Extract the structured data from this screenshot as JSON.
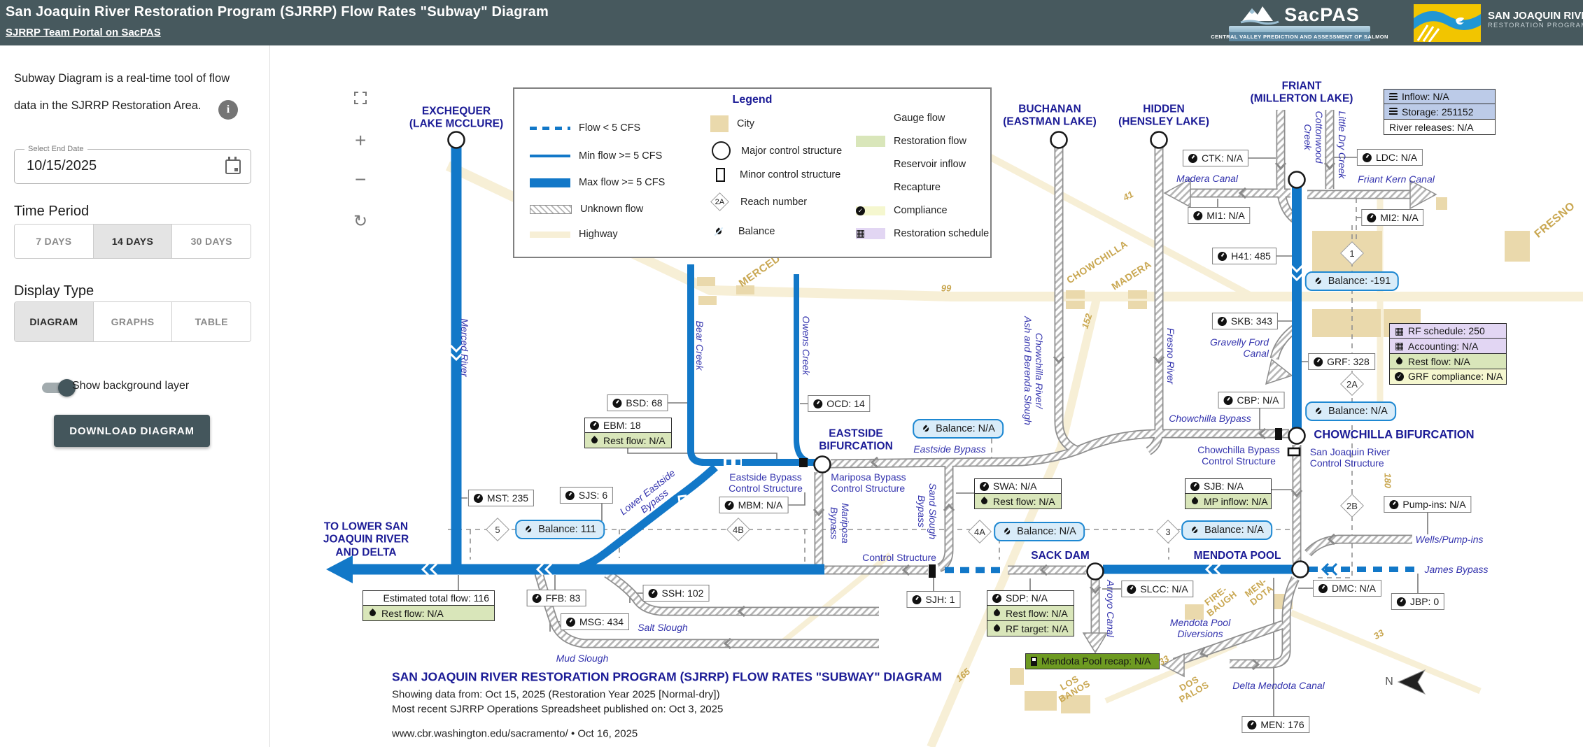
{
  "header": {
    "title": "San Joaquin River Restoration Program (SJRRP) Flow Rates \"Subway\" Diagram",
    "link": "SJRRP Team Portal on SacPAS",
    "sacpas": {
      "name": "SacPAS",
      "tagline": "CENTRAL VALLEY PREDICTION AND ASSESSMENT OF SALMON"
    },
    "sjr_logo": {
      "line1": "SAN JOAQUIN RIVER",
      "line2": "RESTORATION PROGRAM"
    }
  },
  "sidebar": {
    "description": "Subway Diagram is a real-time tool of flow data in the SJRRP Restoration Area.",
    "date_label": "Select End Date",
    "date_value": "10/15/2025",
    "time_period_label": "Time Period",
    "time_periods": [
      "7 DAYS",
      "14 DAYS",
      "30 DAYS"
    ],
    "time_period_selected": "14 DAYS",
    "display_type_label": "Display Type",
    "display_types": [
      "DIAGRAM",
      "GRAPHS",
      "TABLE"
    ],
    "display_type_selected": "DIAGRAM",
    "toggle_label": "Show background layer",
    "download_label": "DOWNLOAD DIAGRAM"
  },
  "map_controls": {
    "zoom_in": "+",
    "zoom_out": "−",
    "reset": "↻"
  },
  "legend": {
    "title": "Legend",
    "flow": [
      "Flow < 5 CFS",
      "Min flow >= 5 CFS",
      "Max flow >= 5 CFS",
      "Unknown flow",
      "Highway"
    ],
    "symbols": [
      "City",
      "Major control structure",
      "Minor control structure",
      "Reach number",
      "Balance"
    ],
    "reach_sample": "2A",
    "boxes": [
      "Gauge flow",
      "Restoration flow",
      "Reservoir inflow",
      "Recapture",
      "Compliance",
      "Restoration schedule"
    ]
  },
  "diagram": {
    "places": {
      "exchequer": "EXCHEQUER\n(LAKE MCCLURE)",
      "buchanan": "BUCHANAN\n(EASTMAN LAKE)",
      "hidden": "HIDDEN\n(HENSLEY LAKE)",
      "friant": "FRIANT\n(MILLERTON LAKE)",
      "eastside_bif": "EASTSIDE\nBIFURCATION",
      "chowchilla_bif": "CHOWCHILLA BIFURCATION",
      "sack_dam": "SACK DAM",
      "mendota_pool": "MENDOTA POOL",
      "to_delta": "TO LOWER SAN\nJOAQUIN RIVER\nAND DELTA"
    },
    "waters": {
      "merced": "Merced River",
      "bear": "Bear Creek",
      "owens": "Owens Creek",
      "chowchilla_r": "Chowchilla River/\nAsh and Berenda Slough",
      "fresno_r": "Fresno River",
      "cottonwood": "Cottonwood\nCreek",
      "littledry": "Little Dry Creek",
      "madera_canal": "Madera Canal",
      "friant_kern": "Friant Kern Canal",
      "gravelly": "Gravelly Ford\nCanal",
      "chow_bypass": "Chowchilla Bypass",
      "chow_bypass_cs": "Chowchilla Bypass\nControl Structure",
      "sjr_cs": "San Joaquin River\nControl Structure",
      "eastside_bypass": "Eastside Bypass",
      "eastside_cs": "Eastside Bypass\nControl Structure",
      "mariposa_cs": "Mariposa Bypass\nControl Structure",
      "mariposa_byp": "Mariposa\nBypass",
      "sandslough_byp": "Sand Slough\nBypass",
      "control_structure": "Control Structure",
      "lower_eastside": "Lower Eastside\nBypass",
      "salt_slough": "Salt Slough",
      "mud_slough": "Mud Slough",
      "arroyo": "Arroyo Canal",
      "mendota_div": "Mendota Pool\nDiversions",
      "wells": "Wells/Pump-ins",
      "james": "James Bypass",
      "delta_mendota": "Delta Mendota Canal"
    },
    "cities": {
      "merced": "MERCED",
      "chowchilla": "CHOWCHILLA",
      "madera": "MADERA",
      "fresno": "FRESNO",
      "los_banos": "LOS\nBANOS",
      "dos_palos": "DOS\nPALOS",
      "firebaugh": "FIRE-\nBAUGH",
      "mendota": "MEN-\nDOTA"
    },
    "highways": {
      "h41": "41",
      "h99": "99",
      "h152": "152",
      "h165": "165",
      "h33a": "33",
      "h33b": "33",
      "h180": "180"
    },
    "badges": {
      "ctk": "CTK: N/A",
      "ldc": "LDC: N/A",
      "mi1": "MI1: N/A",
      "mi2": "MI2: N/A",
      "h41": "H41: 485",
      "skb": "SKB: 343",
      "grf": "GRF: 328",
      "cbp": "CBP: N/A",
      "ocd": "OCD: 14",
      "bsd": "BSD: 68",
      "mst": "MST: 235",
      "sjs": "SJS: 6",
      "mbm": "MBM: N/A",
      "ffb": "FFB: 83",
      "ssh": "SSH: 102",
      "msg": "MSG: 434",
      "sjh": "SJH: 1",
      "slcc": "SLCC: N/A",
      "dmc": "DMC: N/A",
      "jbp": "JBP: 0",
      "men": "MEN: 176",
      "pumpins": "Pump-ins: N/A"
    },
    "balances": {
      "reach1": "Balance: -191",
      "reach2a": "Balance: N/A",
      "eastside": "Balance: N/A",
      "reach5": "Balance: 111",
      "reach4a": "Balance: N/A",
      "reach3": "Balance: N/A"
    },
    "boxes": {
      "friant": [
        "Inflow: N/A",
        "Storage: 251152",
        "River releases: N/A"
      ],
      "rf": [
        "RF schedule: 250",
        "Accounting: N/A",
        "Rest flow: N/A",
        "GRF compliance: N/A"
      ],
      "ebm": [
        "EBM: 18",
        "Rest flow: N/A"
      ],
      "swa": [
        "SWA: N/A",
        "Rest flow: N/A"
      ],
      "sjb": [
        "SJB: N/A",
        "MP inflow: N/A"
      ],
      "sdp": [
        "SDP: N/A",
        "Rest flow: N/A",
        "RF target: N/A"
      ],
      "estimated": [
        "Estimated total flow: 116",
        "Rest flow: N/A"
      ],
      "recap": "Mendota Pool recap: N/A"
    },
    "reaches": {
      "r1": "1",
      "r2a": "2A",
      "r2b": "2B",
      "r3": "3",
      "r4a": "4A",
      "r4b": "4B",
      "r5": "5"
    },
    "compass": "N"
  },
  "footer": {
    "title": "SAN JOAQUIN RIVER RESTORATION PROGRAM (SJRRP) FLOW RATES \"SUBWAY\" DIAGRAM",
    "shown": "Showing data from: Oct 15, 2025 (Restoration Year 2025 [Normal-dry])",
    "published": "Most recent SJRRP Operations Spreadsheet published on: Oct 3, 2025",
    "credit": "www.cbr.washington.edu/sacramento/ • Oct 16, 2025"
  },
  "colors": {
    "header_bg": "#47595e",
    "subway_blue": "#1278c8",
    "navy_label": "#1b1b96",
    "water_label": "#3434ae",
    "highway": "#f7efd6",
    "city_block": "#ead9ac",
    "city_label": "#c9a751",
    "balance_bg": "#d9ecf9",
    "balance_border": "#1e88d2",
    "restoration_green": "#d9e6ba",
    "reservoir_blue": "#bccbe8",
    "recapture_olive": "#6d9a21",
    "compliance_yellow": "#f5f7cf",
    "schedule_purple": "#e2d6f3"
  },
  "icons": {
    "gauge": "dial",
    "restoration": "droplet",
    "reservoir": "stacked-disks",
    "recapture": "pump",
    "compliance": "check",
    "schedule": "grid",
    "balance": "droplet-slash",
    "calendar": "calendar",
    "info": "i",
    "north": "left-arrow"
  }
}
